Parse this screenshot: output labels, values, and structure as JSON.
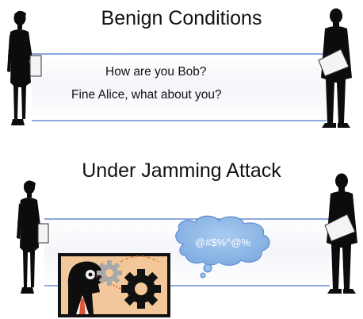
{
  "panels": {
    "benign": {
      "title": "Benign Conditions",
      "line_1": "How are you Bob?",
      "line_2": "Fine Alice, what about you?"
    },
    "jamming": {
      "title": "Under Jamming Attack",
      "bubble_text": "@#$%^@%"
    }
  },
  "colors": {
    "channel_line": "#6a8ccf",
    "silhouette": "#0c0c0c",
    "bubble_fill": "#8fb8e8",
    "jammer_bg": "#f2c89a",
    "jammer_border": "#111111"
  }
}
